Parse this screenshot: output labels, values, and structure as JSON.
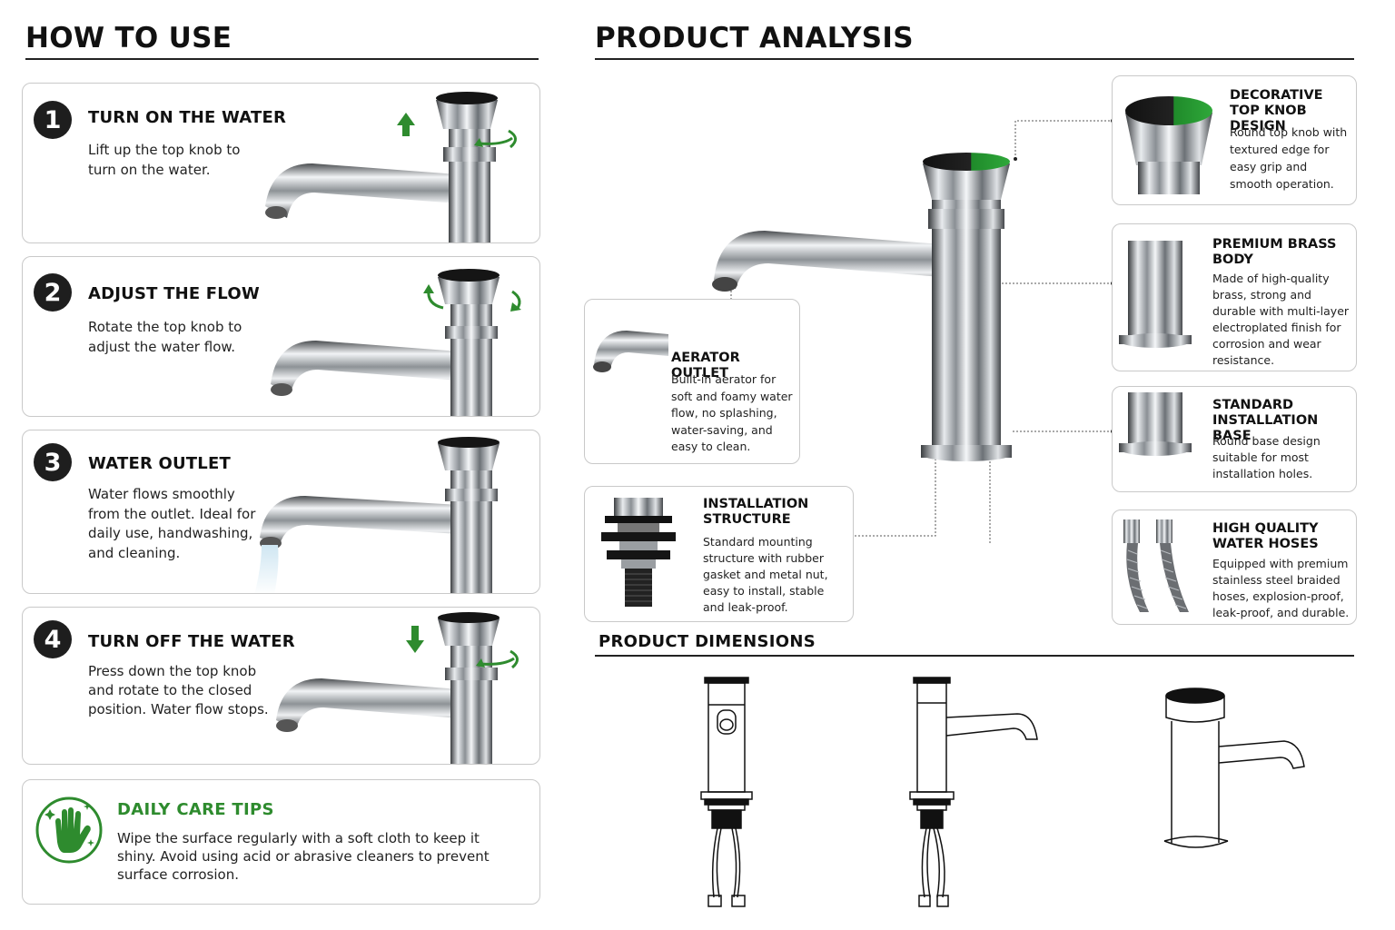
{
  "how_to_use": {
    "title": "HOW TO USE",
    "steps": [
      {
        "number": "1",
        "title": "TURN ON THE WATER",
        "text": "Lift up the top knob to turn on the water.",
        "icons": [
          "arrow-up-icon",
          "rotate-arrow-icon"
        ]
      },
      {
        "number": "2",
        "title": "ADJUST THE FLOW",
        "text": "Rotate the top knob to adjust the water flow.",
        "icons": [
          "rotate-left-icon",
          "rotate-right-icon"
        ]
      },
      {
        "number": "3",
        "title": "WATER OUTLET",
        "text": "Water flows smoothly from the outlet. Ideal for daily use, handwashing, and cleaning.",
        "icons": []
      },
      {
        "number": "4",
        "title": "TURN OFF THE WATER",
        "text": "Press down the top knob and rotate to the closed position. Water flow stops.",
        "icons": [
          "arrow-down-icon",
          "rotate-arrow-icon"
        ]
      }
    ],
    "care": {
      "title": "DAILY CARE TIPS",
      "text": "Wipe the surface regularly with a soft cloth to keep it shiny. Avoid using acid or abrasive cleaners to prevent surface corrosion.",
      "icon": "hand-sparkle-icon"
    }
  },
  "product_analysis": {
    "title": "PRODUCT ANALYSIS",
    "features": {
      "knob": {
        "title": "DECORATIVE TOP KNOB DESIGN",
        "text": "Round top knob with textured edge for easy grip and smooth operation."
      },
      "body": {
        "title": "PREMIUM BRASS BODY",
        "text": "Made of high-quality brass, strong and durable with multi-layer electroplated finish for corrosion and wear resistance."
      },
      "base": {
        "title": "STANDARD INSTALLATION BASE",
        "text": "Round base design suitable for most installation holes."
      },
      "hoses": {
        "title": "HIGH QUALITY WATER HOSES",
        "text": "Equipped with premium stainless steel braided hoses, explosion-proof, leak-proof, and durable."
      },
      "aerator": {
        "title": "AERATOR OUTLET",
        "text": "Built-in aerator for soft and foamy water flow, no splashing, water-saving, and easy to clean."
      },
      "installation": {
        "title": "INSTALLATION STRUCTURE",
        "text": "Standard mounting structure with rubber gasket and metal nut, easy to install, stable and leak-proof."
      }
    }
  },
  "dimensions": {
    "title": "PRODUCT DIMENSIONS",
    "views": [
      "front-view",
      "side-view",
      "perspective-view"
    ]
  },
  "colors": {
    "accent_green": "#2e8b2e",
    "text_dark": "#111111",
    "border": "#c9c9c9",
    "chrome": "#b8bcc0"
  }
}
